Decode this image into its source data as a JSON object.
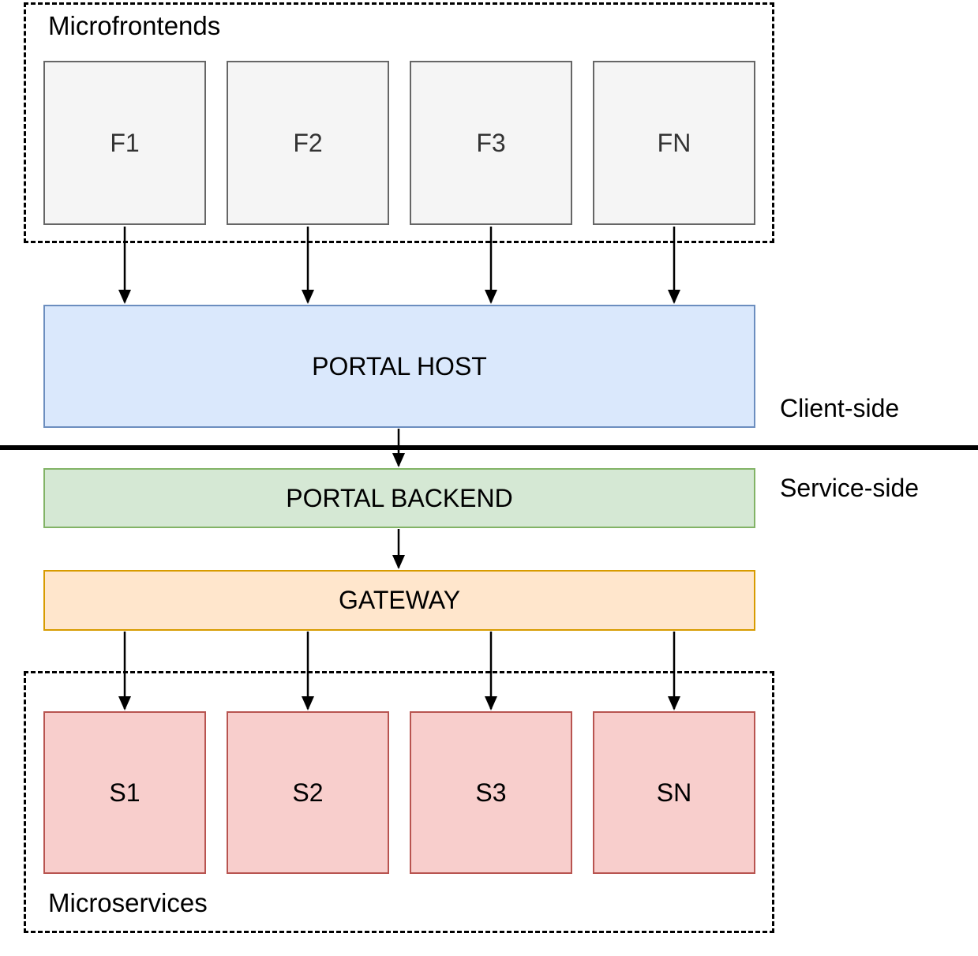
{
  "diagram": {
    "sections": {
      "client_label": "Client-side",
      "service_label": "Service-side"
    },
    "microfrontends": {
      "label": "Microfrontends",
      "boxes": [
        {
          "label": "F1"
        },
        {
          "label": "F2"
        },
        {
          "label": "F3"
        },
        {
          "label": "FN"
        }
      ]
    },
    "portal_host": {
      "label": "PORTAL HOST"
    },
    "portal_backend": {
      "label": "PORTAL BACKEND"
    },
    "gateway": {
      "label": "GATEWAY"
    },
    "microservices": {
      "label": "Microservices",
      "boxes": [
        {
          "label": "S1"
        },
        {
          "label": "S2"
        },
        {
          "label": "S3"
        },
        {
          "label": "SN"
        }
      ]
    },
    "colors": {
      "frontend_fill": "#f5f5f5",
      "frontend_border": "#666666",
      "frontend_text": "#333333",
      "portal_host_fill": "#dae8fc",
      "portal_host_border": "#6c8ebf",
      "portal_backend_fill": "#d5e8d4",
      "portal_backend_border": "#82b366",
      "gateway_fill": "#ffe6cc",
      "gateway_border": "#d79b00",
      "microservice_fill": "#f8cecc",
      "microservice_border": "#b85450",
      "group_border": "#000000",
      "divider": "#000000",
      "arrow": "#000000"
    }
  }
}
